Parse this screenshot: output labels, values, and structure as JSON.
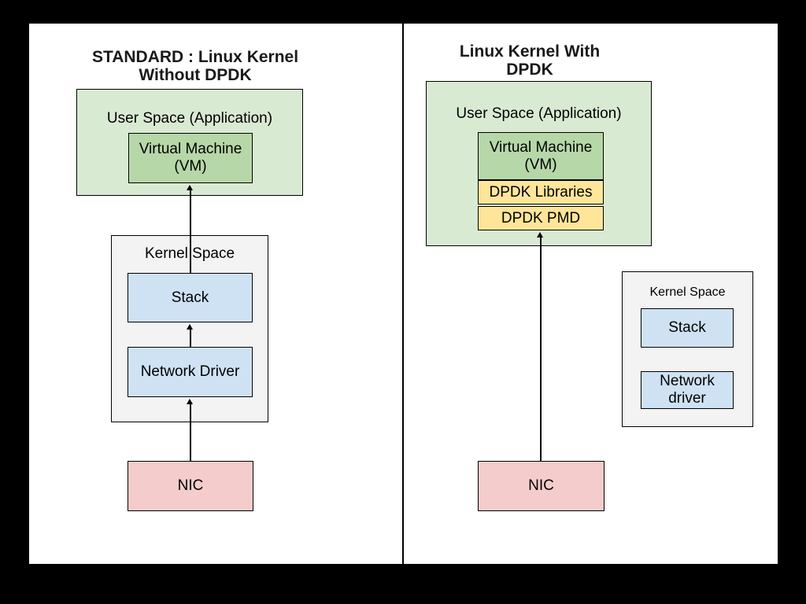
{
  "colors": {
    "background": "#000000",
    "canvas": "#ffffff",
    "border": "#000000",
    "user_space_fill": "#d9ead3",
    "vm_fill": "#b6d7a8",
    "dpdk_fill": "#ffe599",
    "kernel_fill": "#f3f3f3",
    "stack_fill": "#cfe2f3",
    "nic_fill": "#f4cccc"
  },
  "left_panel": {
    "title_line1": "STANDARD : Linux Kernel",
    "title_line2": "Without DPDK",
    "user_space_label": "User Space (Application)",
    "vm_line1": "Virtual Machine",
    "vm_line2": "(VM)",
    "kernel_space_label": "Kernel Space",
    "stack_label": "Stack",
    "network_driver_label": "Network Driver",
    "nic_label": "NIC"
  },
  "right_panel": {
    "title_line1": "Linux Kernel With",
    "title_line2": "DPDK",
    "user_space_label": "User Space (Application)",
    "vm_line1": "Virtual Machine",
    "vm_line2": "(VM)",
    "dpdk_libraries_label": "DPDK Libraries",
    "dpdk_pmd_label": "DPDK PMD",
    "kernel_space_label": "Kernel Space",
    "stack_label": "Stack",
    "network_driver_line1": "Network",
    "network_driver_line2": "driver",
    "nic_label": "NIC"
  }
}
